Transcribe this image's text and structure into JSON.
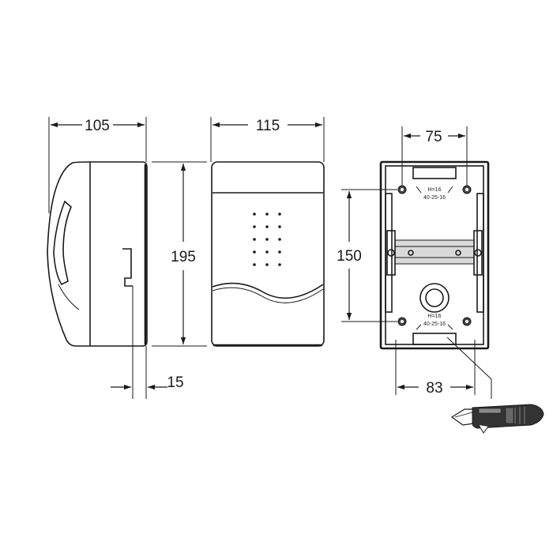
{
  "dimensions": {
    "side_depth": "105",
    "front_width": "115",
    "height": "195",
    "rail_offset": "15",
    "back_top_spacing": "75",
    "back_vertical_spacing": "150",
    "back_bottom_spacing": "83"
  },
  "labels": {
    "top_h": "H=16",
    "top_code": "40-25-16",
    "bottom_h": "H=16",
    "bottom_code": "40-25-16"
  },
  "icons": {
    "tool": "utility-knife-icon"
  }
}
